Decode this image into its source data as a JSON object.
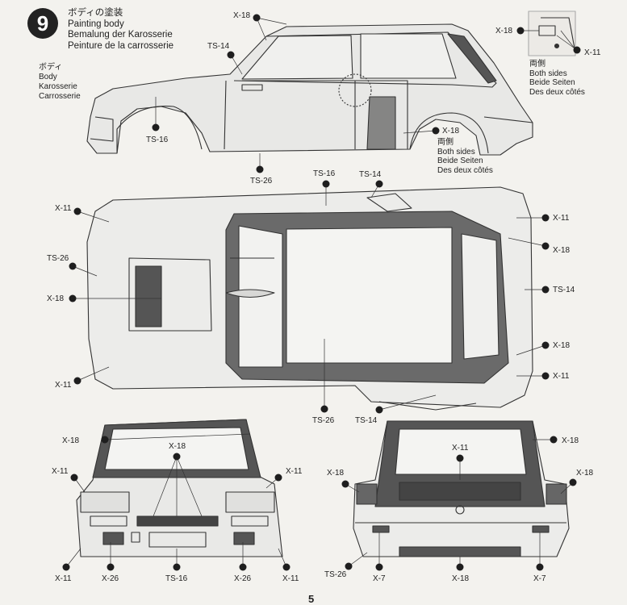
{
  "step": {
    "number": "9",
    "title_jp": "ボディの塗装",
    "title_en": "Painting body",
    "title_de": "Bemalung der Karosserie",
    "title_fr": "Peinture de la carrosserie"
  },
  "part_label": {
    "jp": "ボディ",
    "en": "Body",
    "de": "Karosserie",
    "fr": "Carrosserie"
  },
  "both_sides": {
    "jp": "両側",
    "en": "Both sides",
    "de": "Beide Seiten",
    "fr": "Des deux côtés"
  },
  "side_view": {
    "x18_top": "X-18",
    "ts14": "TS-14",
    "ts16": "TS-16",
    "ts26": "TS-26",
    "x18_right": "X-18"
  },
  "detail_inset": {
    "x18": "X-18",
    "x11": "X-11"
  },
  "top_view": {
    "ts16": "TS-16",
    "ts14_top": "TS-14",
    "x11_tl": "X-11",
    "ts26_left": "TS-26",
    "x18_left": "X-18",
    "x11_bl": "X-11",
    "x11_tr": "X-11",
    "x18_tr": "X-18",
    "ts14_right": "TS-14",
    "x18_br": "X-18",
    "x11_br": "X-11",
    "ts26_bottom": "TS-26",
    "ts14_bottom": "TS-14"
  },
  "front_view": {
    "x18_top": "X-18",
    "x18_center": "X-18",
    "x11_left": "X-11",
    "x11_right": "X-11",
    "x11_bl": "X-11",
    "x26_left": "X-26",
    "ts16": "TS-16",
    "x26_right": "X-26",
    "x11_br": "X-11"
  },
  "rear_view": {
    "x11_center": "X-11",
    "x18_topright": "X-18",
    "x18_left": "X-18",
    "x18_right": "X-18",
    "ts26": "TS-26",
    "x7_left": "X-7",
    "x18_bottom": "X-18",
    "x7_right": "X-7"
  },
  "page_number": "5"
}
